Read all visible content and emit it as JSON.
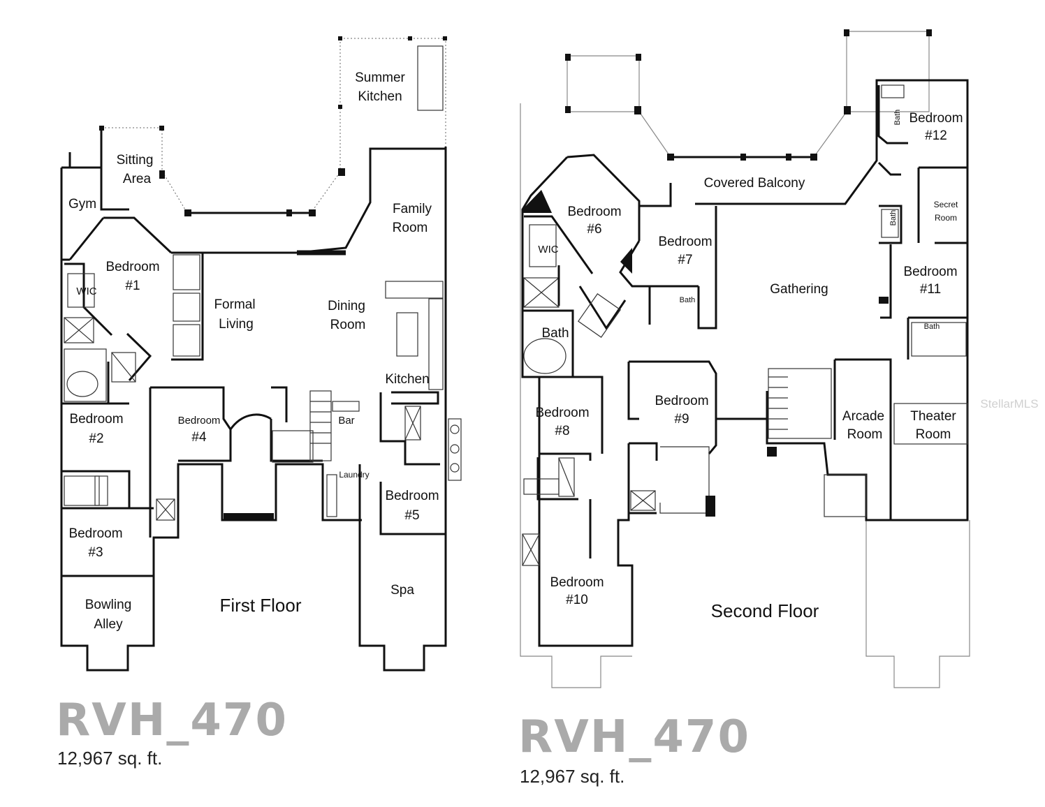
{
  "first_floor": {
    "title": "First Floor",
    "model": "RVH_470",
    "area": "12,967 sq. ft.",
    "rooms": {
      "summer_kitchen": [
        "Summer",
        "Kitchen"
      ],
      "sitting_area": [
        "Sitting",
        "Area"
      ],
      "gym": "Gym",
      "bedroom1": [
        "Bedroom",
        "#1"
      ],
      "wic": "WIC",
      "formal_living": [
        "Formal",
        "Living"
      ],
      "dining_room": [
        "Dining",
        "Room"
      ],
      "family_room": [
        "Family",
        "Room"
      ],
      "kitchen": "Kitchen",
      "bedroom2": [
        "Bedroom",
        "#2"
      ],
      "bedroom4": [
        "Bedroom",
        "#4"
      ],
      "bar": "Bar",
      "laundry": "Laundry",
      "bedroom5": [
        "Bedroom",
        "#5"
      ],
      "bedroom3": [
        "Bedroom",
        "#3"
      ],
      "bowling_alley": [
        "Bowling",
        "Alley"
      ],
      "spa": "Spa"
    }
  },
  "second_floor": {
    "title": "Second Floor",
    "model": "RVH_470",
    "area": "12,967 sq. ft.",
    "rooms": {
      "covered_balcony": "Covered Balcony",
      "bedroom6": [
        "Bedroom",
        "#6"
      ],
      "bedroom7": [
        "Bedroom",
        "#7"
      ],
      "wic": "WIC",
      "bath_large": "Bath",
      "bath_b7": "Bath",
      "gathering": "Gathering",
      "bedroom12": [
        "Bedroom",
        "#12"
      ],
      "bath_b12": "Bath",
      "secret_room": [
        "Secret",
        "Room"
      ],
      "bath_secret": "Bath",
      "bedroom11": [
        "Bedroom",
        "#11"
      ],
      "bath_b11": "Bath",
      "bedroom8": [
        "Bedroom",
        "#8"
      ],
      "bedroom9": [
        "Bedroom",
        "#9"
      ],
      "arcade_room": [
        "Arcade",
        "Room"
      ],
      "theater_room": [
        "Theater",
        "Room"
      ],
      "bedroom10": [
        "Bedroom",
        "#10"
      ]
    }
  },
  "watermark": "StellarMLS"
}
